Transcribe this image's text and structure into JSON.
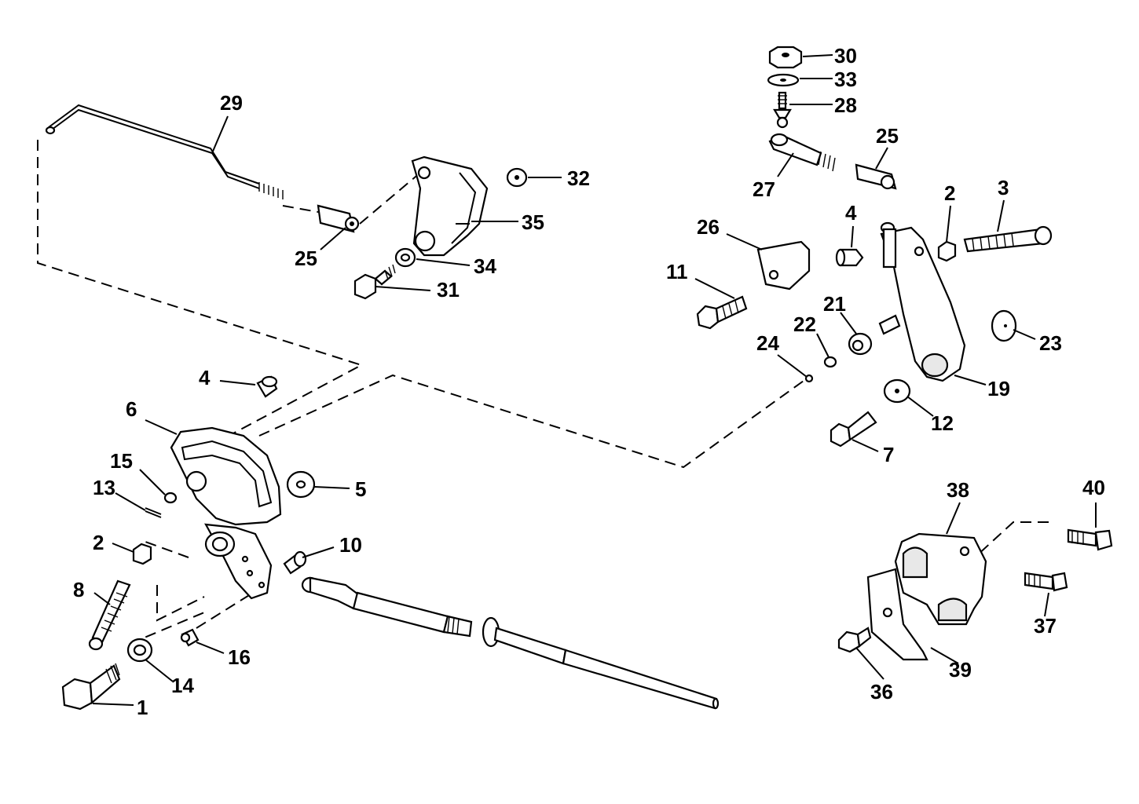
{
  "diagram": {
    "title": "",
    "type": "exploded-parts-diagram",
    "colors": {
      "ink": "#000000",
      "paper": "#ffffff"
    },
    "callouts": [
      {
        "id": "c29",
        "label": "29",
        "part": "throttle-link-rod"
      },
      {
        "id": "c25a",
        "label": "25",
        "part": "rod-end-connector-left"
      },
      {
        "id": "c32",
        "label": "32",
        "part": "washer-upper"
      },
      {
        "id": "c35",
        "label": "35",
        "part": "throttle-cam-bracket"
      },
      {
        "id": "c34",
        "label": "34",
        "part": "washer-cam"
      },
      {
        "id": "c31",
        "label": "31",
        "part": "shoulder-bolt-cam"
      },
      {
        "id": "c30",
        "label": "30",
        "part": "nut-top"
      },
      {
        "id": "c33",
        "label": "33",
        "part": "washer-top"
      },
      {
        "id": "c28",
        "label": "28",
        "part": "ball-stud"
      },
      {
        "id": "c25b",
        "label": "25",
        "part": "rod-end-connector-right"
      },
      {
        "id": "c27",
        "label": "27",
        "part": "link-rod-socket"
      },
      {
        "id": "c2a",
        "label": "2",
        "part": "nut-right"
      },
      {
        "id": "c3",
        "label": "3",
        "part": "screw-right"
      },
      {
        "id": "c4a",
        "label": "4",
        "part": "bushing-right"
      },
      {
        "id": "c26",
        "label": "26",
        "part": "stop-block"
      },
      {
        "id": "c11",
        "label": "11",
        "part": "bolt-stop"
      },
      {
        "id": "c21",
        "label": "21",
        "part": "spacer"
      },
      {
        "id": "c22",
        "label": "22",
        "part": "washer-small"
      },
      {
        "id": "c24",
        "label": "24",
        "part": "retainer"
      },
      {
        "id": "c23",
        "label": "23",
        "part": "washer-large-right"
      },
      {
        "id": "c19",
        "label": "19",
        "part": "shift-lever"
      },
      {
        "id": "c12",
        "label": "12",
        "part": "washer-lever"
      },
      {
        "id": "c7",
        "label": "7",
        "part": "shoulder-bolt-lever"
      },
      {
        "id": "c4b",
        "label": "4",
        "part": "bushing-left"
      },
      {
        "id": "c6",
        "label": "6",
        "part": "throttle-lever-plate"
      },
      {
        "id": "c15",
        "label": "15",
        "part": "washer-plate"
      },
      {
        "id": "c13",
        "label": "13",
        "part": "cotter-pin"
      },
      {
        "id": "c5",
        "label": "5",
        "part": "washer-large-left"
      },
      {
        "id": "c2b",
        "label": "2",
        "part": "nut-left"
      },
      {
        "id": "c10",
        "label": "10",
        "part": "pin-cable"
      },
      {
        "id": "c8",
        "label": "8",
        "part": "screw-left"
      },
      {
        "id": "c16",
        "label": "16",
        "part": "screw-small"
      },
      {
        "id": "c14",
        "label": "14",
        "part": "washer-bolt"
      },
      {
        "id": "c1",
        "label": "1",
        "part": "shoulder-bolt-main"
      },
      {
        "id": "c38",
        "label": "38",
        "part": "cable-clamp"
      },
      {
        "id": "c40",
        "label": "40",
        "part": "bolt-clamp-upper"
      },
      {
        "id": "c37",
        "label": "37",
        "part": "bolt-clamp-lower"
      },
      {
        "id": "c36",
        "label": "36",
        "part": "bolt-shim"
      },
      {
        "id": "c39",
        "label": "39",
        "part": "shim-plate"
      }
    ]
  }
}
